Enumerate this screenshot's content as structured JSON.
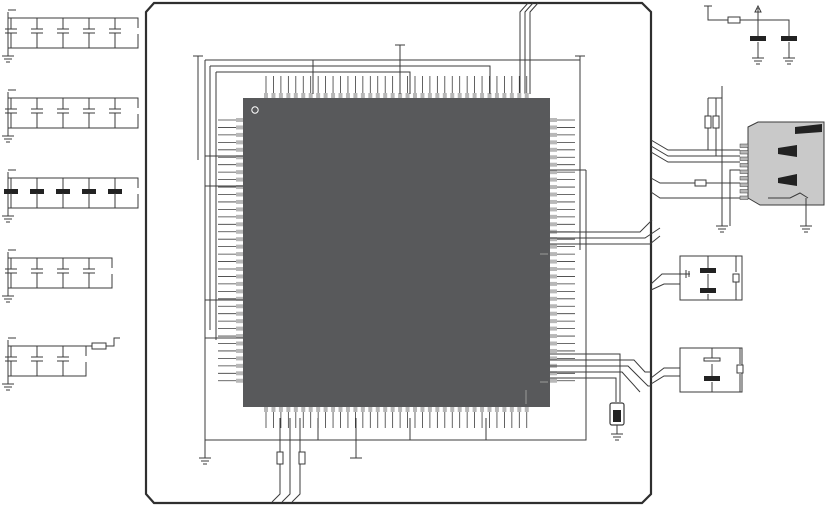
{
  "diagram": {
    "kind": "schematic",
    "colors": {
      "background": "#ffffff",
      "wire": "#3b3b3b",
      "chip_body": "#58595b",
      "pin": "#b8b8b8",
      "connector_body": "#c9c9c9",
      "ground": "#3b3b3b"
    },
    "components": {
      "microcontroller": {
        "shape": "lqfp-square",
        "pins_per_side": 36
      },
      "decoupling_bank_1": {
        "capacitor_count": 5
      },
      "decoupling_bank_2": {
        "capacitor_count": 5
      },
      "decoupling_bank_3": {
        "capacitor_count": 5,
        "polarized": true
      },
      "decoupling_bank_4": {
        "capacitor_count": 4
      },
      "decoupling_bank_5": {
        "capacitor_count": 3,
        "with_resistor": true
      },
      "power_filter": {
        "capacitor_count": 2,
        "with_resistor": true
      },
      "sd_card_socket": {
        "pull_up_resistors": 2,
        "series_resistor": 1
      },
      "crystal_1": {
        "load_capacitors": 2
      },
      "crystal_2": {
        "load_capacitors": 2
      },
      "backup_battery": {
        "type": "coin-cell"
      },
      "bottom_resistors": {
        "count": 2
      }
    }
  }
}
